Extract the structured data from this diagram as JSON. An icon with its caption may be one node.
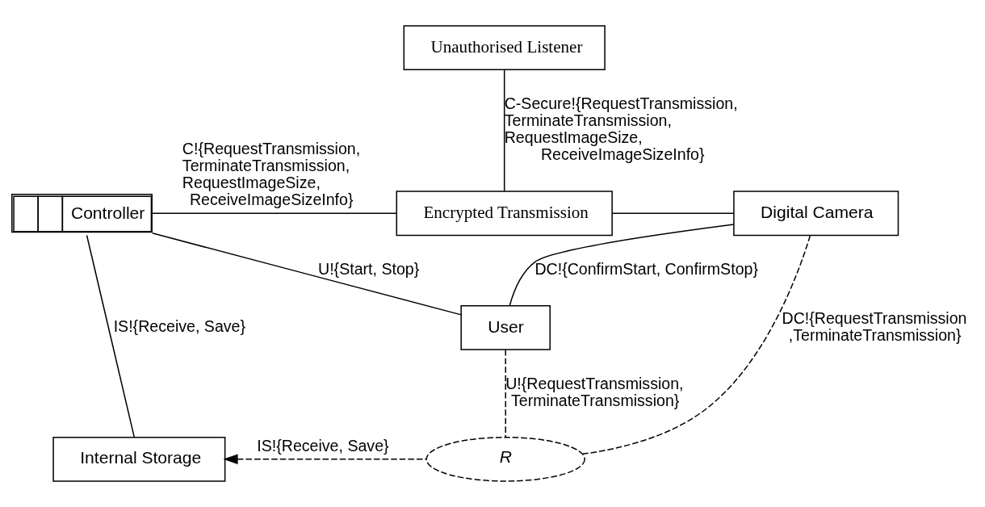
{
  "diagram": {
    "nodes": [
      {
        "text": [
          "Unauthorised Listener"
        ]
      },
      {
        "text": [
          "Controller"
        ]
      },
      {
        "text": [
          "Encrypted Transmission"
        ]
      },
      {
        "text": [
          "Digital Camera"
        ]
      },
      {
        "text": [
          "User"
        ]
      },
      {
        "text": [
          "Internal Storage"
        ]
      },
      {
        "text": [
          "R"
        ]
      }
    ],
    "edges": [
      {
        "from": 0,
        "to": 2,
        "arrow": "none",
        "label": "C-Secure!{RequestTransmission, TerminateTransmission, RequestImageSize, ReceiveImageSizeInfo}"
      },
      {
        "from": 1,
        "to": 2,
        "arrow": "none",
        "label": "C!{RequestTransmission, TerminateTransmission, RequestImageSize, ReceiveImageSizeInfo}"
      },
      {
        "from": 2,
        "to": 3,
        "arrow": "none"
      },
      {
        "from": 1,
        "to": 4,
        "arrow": "none",
        "label": "U!{Start, Stop}"
      },
      {
        "from": 4,
        "to": 3,
        "arrow": "none",
        "label": "DC!{ConfirmStart, ConfirmStop}"
      },
      {
        "from": 1,
        "to": 5,
        "arrow": "none",
        "label": "IS!{Receive, Save}"
      },
      {
        "from": 3,
        "to": 6,
        "arrow": "none",
        "style": "dashed",
        "label": "DC!{RequestTransmission ,TerminateTransmission}"
      },
      {
        "from": 4,
        "to": 6,
        "arrow": "none",
        "style": "dashed",
        "label": "U!{RequestTransmission, TerminateTransmission}"
      },
      {
        "from": 6,
        "to": 5,
        "arrow": "to",
        "style": "dashed",
        "label": "IS!{Receive, Save}"
      }
    ]
  }
}
